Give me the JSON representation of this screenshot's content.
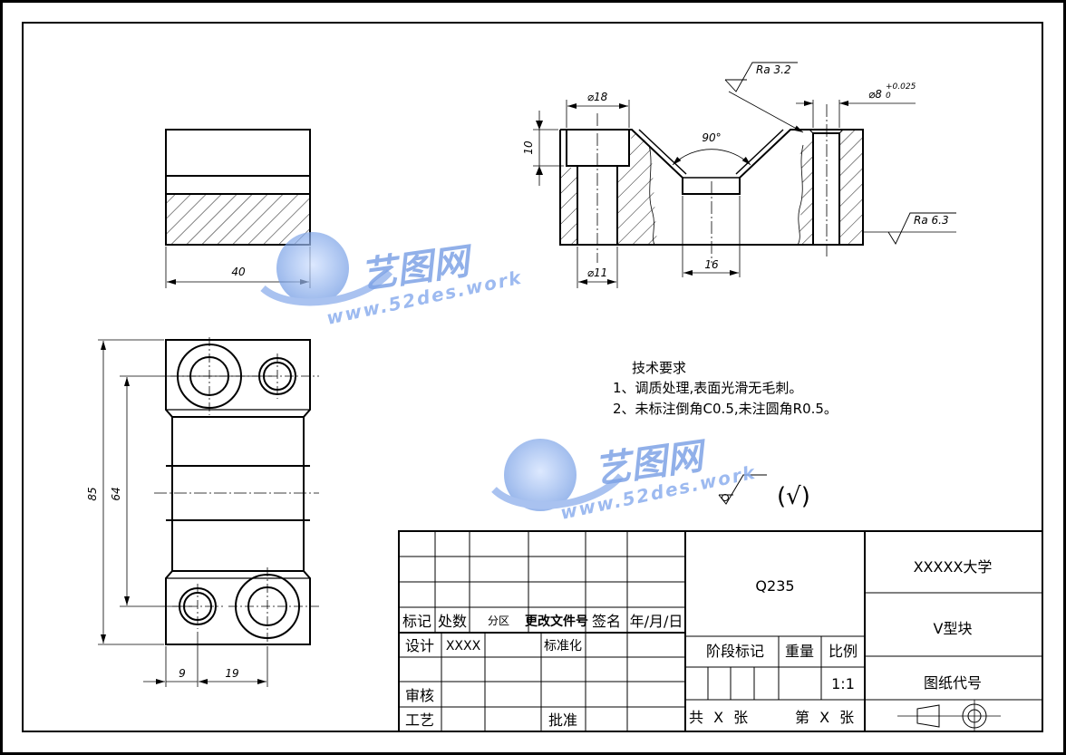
{
  "dimensions": {
    "top_width": "40",
    "hole18": "⌀18",
    "hole11": "⌀11",
    "depth10": "10",
    "angle": "90°",
    "slot": "16",
    "hole8": "⌀8",
    "hole8_tol_upper": "+0.025",
    "hole8_tol_lower": "0",
    "ra_top": "Ra 3.2",
    "ra_side": "Ra 6.3",
    "height85": "85",
    "height64": "64",
    "offset9": "9",
    "offset19": "19"
  },
  "tech": {
    "title": "技术要求",
    "line1": "1、调质处理,表面光滑无毛刺。",
    "line2": "2、未标注倒角C0.5,未注圆角R0.5。"
  },
  "roughness_other": "(√)",
  "watermark": {
    "name": "艺图网",
    "url": "www.52des.work"
  },
  "title_block": {
    "col_mark": "标记",
    "col_count": "处数",
    "col_zone": "分区",
    "col_change_doc": "更改文件号",
    "col_sign": "签名",
    "col_date": "年/月/日",
    "design": "设计",
    "designer": "XXXX",
    "standardize": "标准化",
    "review": "审核",
    "process": "工艺",
    "approve": "批准",
    "material": "Q235",
    "stage_mark": "阶段标记",
    "weight": "重量",
    "scale_label": "比例",
    "scale_value": "1:1",
    "total": "共 X 张",
    "sheet_no": "第 X 张",
    "school": "XXXXX大学",
    "part_name": "V型块",
    "drawing_no": "图纸代号"
  }
}
